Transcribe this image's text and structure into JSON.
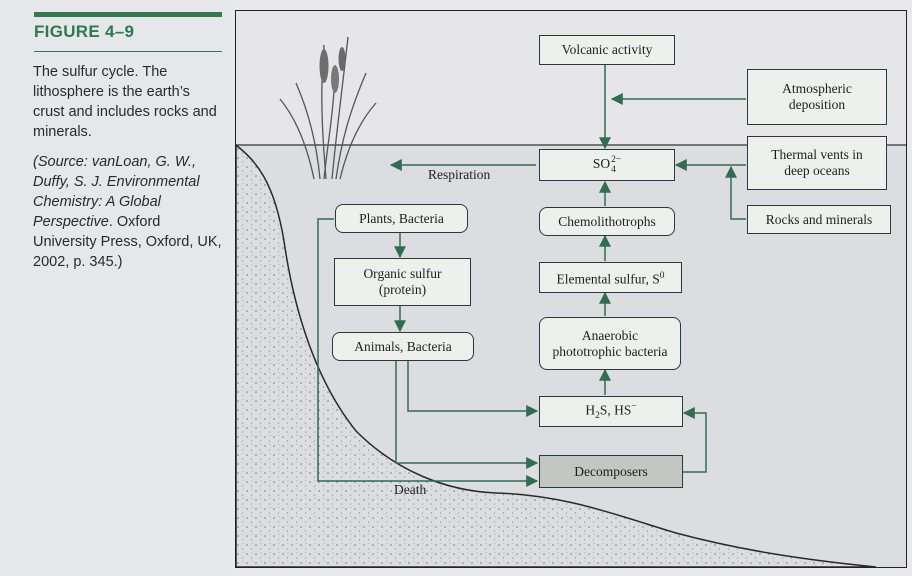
{
  "caption": {
    "figure_label": "FIGURE 4–9",
    "description": "The sulfur cycle. The lithosphere is the earth’s crust and includes rocks and minerals.",
    "source_prefix": "(Source: vanLoan, G. W., Duffy, S. J. ",
    "source_title": "Environmental Chemistry: A Global Perspective",
    "source_suffix": ". Oxford University Press, Oxford, UK, 2002, p. 345.)"
  },
  "diagram": {
    "nodes": {
      "volcanic": "Volcanic activity",
      "atmospheric": "Atmospheric\ndeposition",
      "so4_base": "SO",
      "so4_sub": "4",
      "so4_sup": "2−",
      "thermal": "Thermal vents in\ndeep oceans",
      "rocks": "Rocks and minerals",
      "plants": "Plants, Bacteria",
      "chemo": "Chemolithotrophs",
      "organic": "Organic sulfur\n(protein)",
      "elemental_base": "Elemental sulfur, S",
      "elemental_sup": "0",
      "animals": "Animals, Bacteria",
      "anaerobic": "Anaerobic\nphototrophic bacteria",
      "h2s_a": "H",
      "h2s_sub": "2",
      "h2s_b": "S, HS",
      "h2s_sup": "−",
      "decomposers": "Decomposers"
    },
    "labels": {
      "respiration": "Respiration",
      "death": "Death"
    },
    "colors": {
      "arrow": "#2f6e4f",
      "box_border": "#2a3a34",
      "water": "#dcdde0",
      "sky": "#e6e6e9",
      "sediment": "#d6d7da"
    }
  }
}
